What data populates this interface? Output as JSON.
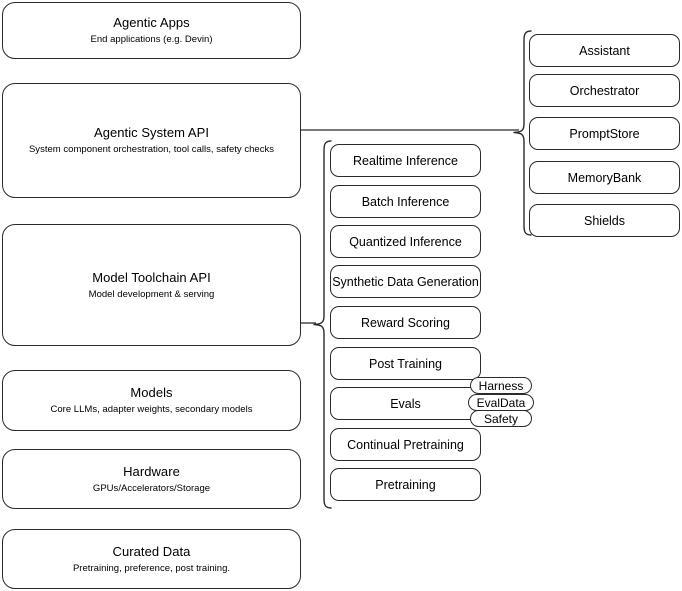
{
  "diagram": {
    "title": "AI stack layers diagram",
    "stroke_color": "#2b2b2b",
    "background_color": "#ffffff",
    "layers": [
      {
        "id": "agentic-apps",
        "title": "Agentic Apps",
        "subtitle": "End applications (e.g. Devin)"
      },
      {
        "id": "agentic-system-api",
        "title": "Agentic System API",
        "subtitle": "System component orchestration, tool calls, safety checks"
      },
      {
        "id": "model-toolchain-api",
        "title": "Model Toolchain API",
        "subtitle": "Model development & serving"
      },
      {
        "id": "models",
        "title": "Models",
        "subtitle": "Core LLMs, adapter weights, secondary models"
      },
      {
        "id": "hardware",
        "title": "Hardware",
        "subtitle": "GPUs/Accelerators/Storage"
      },
      {
        "id": "curated-data",
        "title": "Curated Data",
        "subtitle": "Pretraining, preference, post training."
      }
    ],
    "toolchain_capabilities": [
      {
        "id": "realtime-inference",
        "label": "Realtime Inference"
      },
      {
        "id": "batch-inference",
        "label": "Batch Inference"
      },
      {
        "id": "quantized-inference",
        "label": "Quantized Inference"
      },
      {
        "id": "synthetic-data-generation",
        "label": "Synthetic Data Generation"
      },
      {
        "id": "reward-scoring",
        "label": "Reward Scoring"
      },
      {
        "id": "post-training",
        "label": "Post Training"
      },
      {
        "id": "evals",
        "label": "Evals"
      },
      {
        "id": "continual-pretraining",
        "label": "Continual Pretraining"
      },
      {
        "id": "pretraining",
        "label": "Pretraining"
      }
    ],
    "eval_subcomponents": [
      {
        "id": "harness",
        "label": "Harness"
      },
      {
        "id": "evaldata",
        "label": "EvalData"
      },
      {
        "id": "safety",
        "label": "Safety"
      }
    ],
    "system_components": [
      {
        "id": "assistant",
        "label": "Assistant"
      },
      {
        "id": "orchestrator",
        "label": "Orchestrator"
      },
      {
        "id": "promptstore",
        "label": "PromptStore"
      },
      {
        "id": "memorybank",
        "label": "MemoryBank"
      },
      {
        "id": "shields",
        "label": "Shields"
      }
    ]
  }
}
